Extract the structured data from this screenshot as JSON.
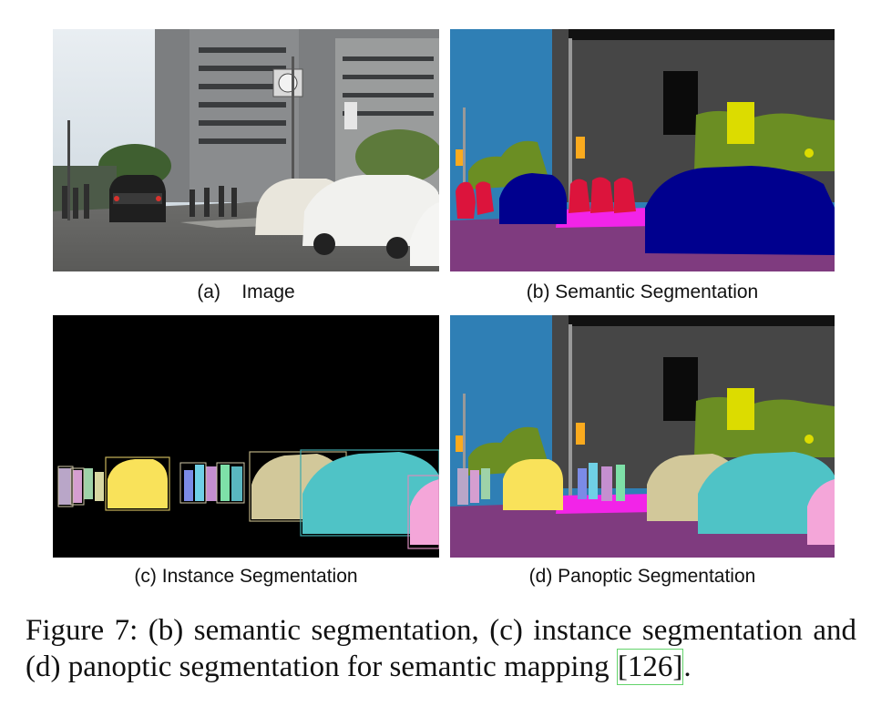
{
  "figure": {
    "panels": [
      {
        "id": "a",
        "label": "(a)    Image",
        "kind": "photo"
      },
      {
        "id": "b",
        "label": "(b) Semantic Segmentation",
        "kind": "semantic"
      },
      {
        "id": "c",
        "label": "(c) Instance Segmentation",
        "kind": "instance"
      },
      {
        "id": "d",
        "label": "(d) Panoptic Segmentation",
        "kind": "panoptic"
      }
    ],
    "caption_text": "Figure 7: (b) semantic segmentation, (c) instance segmentation and (d) panoptic segmentation for semantic mapping ",
    "citation": "[126]",
    "caption_end": "."
  },
  "colors": {
    "sky": "#2f7fb5",
    "building": "#464646",
    "road": "#7f3b7f",
    "sidewalk": "#f224e8",
    "vegetation": "#6b8e23",
    "car": "#00008e",
    "person": "#dc143c",
    "pole": "#999999",
    "sign": "#dcdc00",
    "traffic_light": "#faaa1e",
    "instance_yellow": "#f9e25a",
    "instance_beige": "#d2c89a",
    "instance_cyan": "#4fc3c6",
    "instance_pink": "#f4a6d9",
    "citation_box": "#63d36b"
  }
}
